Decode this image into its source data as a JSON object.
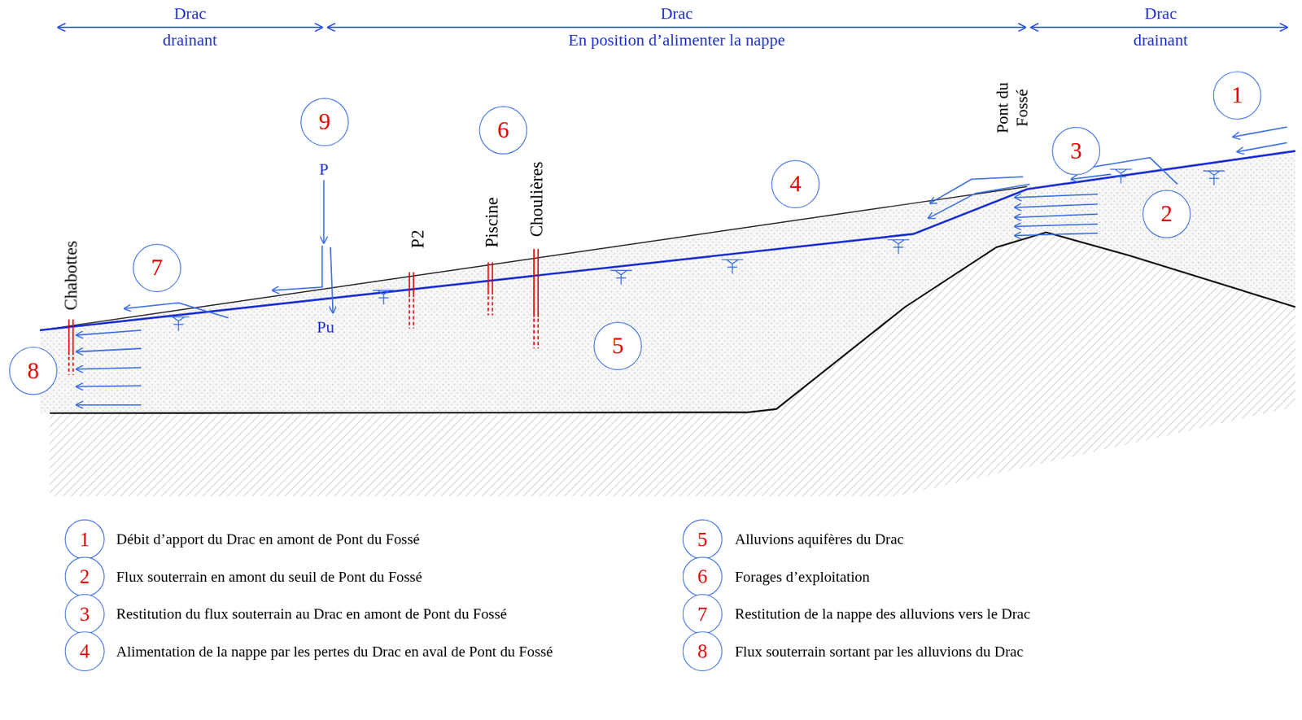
{
  "diagram": {
    "nodes": [
      {
        "text": [
          "1"
        ]
      },
      {
        "text": [
          "2"
        ]
      },
      {
        "text": [
          "3"
        ]
      },
      {
        "text": [
          "4"
        ]
      },
      {
        "text": [
          "5"
        ]
      },
      {
        "text": [
          "6"
        ]
      },
      {
        "text": [
          "7"
        ]
      },
      {
        "text": [
          "8"
        ]
      },
      {
        "text": [
          "9"
        ]
      },
      {
        "text": [
          "1"
        ]
      },
      {
        "text": [
          "2"
        ]
      },
      {
        "text": [
          "3"
        ]
      },
      {
        "text": [
          "4"
        ]
      },
      {
        "text": [
          "5"
        ]
      },
      {
        "text": [
          "6"
        ]
      },
      {
        "text": [
          "7"
        ]
      },
      {
        "text": [
          "8"
        ]
      }
    ],
    "labels": [
      "Drac",
      "drainant",
      "Drac",
      "En position d’alimenter la nappe",
      "Drac",
      "drainant",
      "Pont du Fossé",
      "Chabottes",
      "P2",
      "Piscine",
      "Choulières",
      "P",
      "Pu"
    ],
    "legend": [
      {
        "text": "Débit d’apport du Drac en amont de Pont du Fossé"
      },
      {
        "text": "Flux souterrain en amont du seuil de Pont du Fossé"
      },
      {
        "text": "Restitution du flux souterrain au Drac en amont de Pont du Fossé"
      },
      {
        "text": "Alimentation de la nappe par les pertes du Drac en aval de Pont du Fossé"
      },
      {
        "text": "Alluvions aquifères du Drac"
      },
      {
        "text": "Forages d’exploitation"
      },
      {
        "text": "Restitution de la nappe des alluvions vers le Drac"
      },
      {
        "text": "Flux souterrain sortant par les alluvions du Drac"
      }
    ]
  }
}
